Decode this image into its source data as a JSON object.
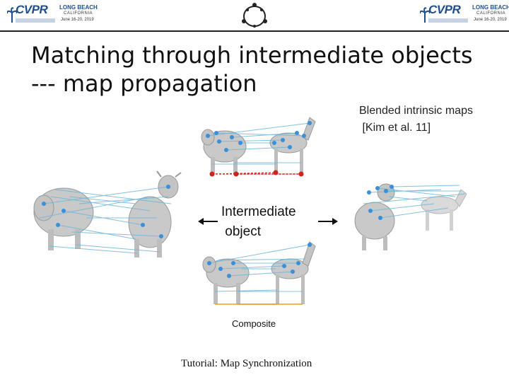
{
  "header": {
    "logo_left": {
      "brand": "CVPR",
      "location": "LONG BEACH",
      "state": "CALIFORNIA",
      "dates": "June 16-20, 2019"
    },
    "logo_right": {
      "brand": "CVPR",
      "location": "LONG BEACH",
      "state": "CALIFORNIA",
      "dates": "June 16-20, 2019"
    }
  },
  "slide": {
    "title_line1": "Matching through intermediate objects",
    "title_line2": "--- map propagation",
    "blended_label": "Blended intrinsic maps\n [Kim et al. 11]",
    "intermediate_label": "Intermediate\n object",
    "composite_label": "Composite",
    "footer": "Tutorial: Map Synchronization"
  },
  "colors": {
    "accent": "#1f4e8c",
    "map_lines": "#6fb6d8",
    "points": "#3a8fd6",
    "red": "#d0231c",
    "composite": "#e8a020",
    "mesh": "#b8b8b8"
  },
  "icons": [
    "palm-tree-icon",
    "cycle-graph-icon",
    "arrow-left-icon",
    "arrow-right-icon"
  ]
}
